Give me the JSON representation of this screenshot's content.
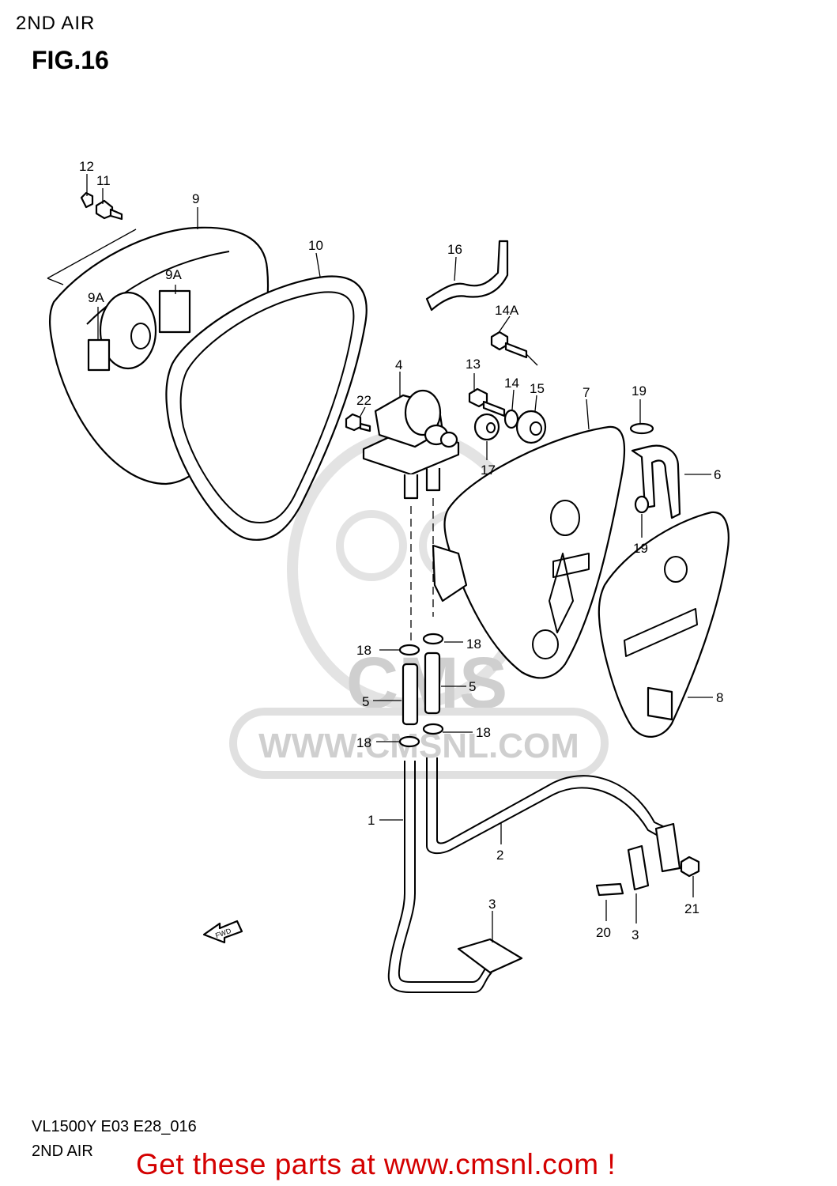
{
  "header": {
    "section_title": "2ND AIR",
    "figure_label": "FIG.16"
  },
  "watermark": {
    "brand": "CMS",
    "url": "WWW.CMSNL.COM"
  },
  "callouts": {
    "c1": "1",
    "c2": "2",
    "c3a": "3",
    "c3b": "3",
    "c4": "4",
    "c5a": "5",
    "c5b": "5",
    "c6": "6",
    "c7": "7",
    "c8": "8",
    "c9": "9",
    "c9a1": "9A",
    "c9a2": "9A",
    "c10": "10",
    "c11": "11",
    "c12": "12",
    "c13": "13",
    "c14": "14",
    "c14a": "14A",
    "c15": "15",
    "c16": "16",
    "c17": "17",
    "c18a": "18",
    "c18b": "18",
    "c18c": "18",
    "c18d": "18",
    "c19a": "19",
    "c19b": "19",
    "c20": "20",
    "c21": "21",
    "c22": "22"
  },
  "fwd_label": "FWD",
  "footer": {
    "model_code": "VL1500Y E03 E28_016",
    "section_title": "2ND AIR"
  },
  "promo": {
    "text": "Get these parts at www.cmsnl.com !",
    "color": "#d40000"
  }
}
